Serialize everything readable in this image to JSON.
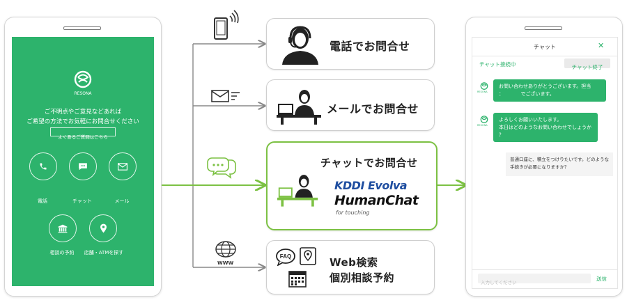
{
  "left_phone": {
    "brand": "RESONA",
    "message_line1": "ご不明点やご意見などあれば",
    "message_line2": "ご希望の方法でお気軽にお問合せください",
    "faq_link": "よくあるご質問はこちら",
    "buttons": [
      {
        "label": "電話",
        "icon": "phone-icon"
      },
      {
        "label": "チャット",
        "icon": "chat-icon"
      },
      {
        "label": "メール",
        "icon": "mail-icon"
      },
      {
        "label": "相談の予約",
        "icon": "bank-icon"
      },
      {
        "label": "店舗・ATMを探す",
        "icon": "location-pin-icon"
      }
    ]
  },
  "channels": {
    "phone": {
      "title": "電話でお問合せ",
      "icon": "mobile-phone-icon"
    },
    "mail": {
      "title": "メールでお問合せ",
      "icon": "envelope-icon"
    },
    "chat": {
      "title": "チャットでお問合せ",
      "icon": "speech-bubbles-icon",
      "vendor1": "KDDI Evolva",
      "vendor2": "HumanChat",
      "vendor2_tagline": "for touching"
    },
    "web": {
      "title_line1": "Web検索",
      "title_line2": "個別相談予約",
      "icon": "globe-icon",
      "icon_caption": "WWW",
      "faq_badge": "FAQ"
    }
  },
  "colors": {
    "green": "#2db36c",
    "arrow_gray": "#888888",
    "arrow_green": "#7cc143"
  },
  "right_phone": {
    "header_title": "チャット",
    "close": "✕",
    "status": "チャット接続中",
    "end_button": "チャット終了",
    "brand_small": "RESONA",
    "messages": [
      {
        "from": "bot",
        "line1": "お問い合わせありがとうございます。担当",
        "line2": "：　　　　でございます。"
      },
      {
        "from": "bot",
        "line1": "よろしくお願いいたします。",
        "line2": "本日はどのようなお問い合わせでしょうか",
        "line3": "？"
      },
      {
        "from": "user",
        "line1": "普通口座に、積立をつけりたいです。どのような",
        "line2": "手続きが必要になりますか？"
      }
    ],
    "input_placeholder": "入力してください",
    "send": "送信"
  }
}
